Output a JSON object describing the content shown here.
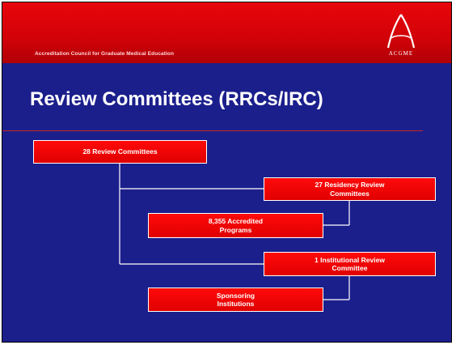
{
  "header": {
    "org_name": "Accreditation Council for Graduate Medical Education",
    "logo_text": "ACGME",
    "brand_red": "#d10208",
    "background": "#1b1f8c"
  },
  "title": "Review Committees (RRCs/IRC)",
  "org_chart": {
    "root": "28 Review Committees",
    "residency_review": "27 Residency Review Committees",
    "accredited_programs": "8,355 Accredited Programs",
    "institutional_review": "1 Institutional Review Committee",
    "sponsoring_institutions": "Sponsoring Institutions"
  }
}
